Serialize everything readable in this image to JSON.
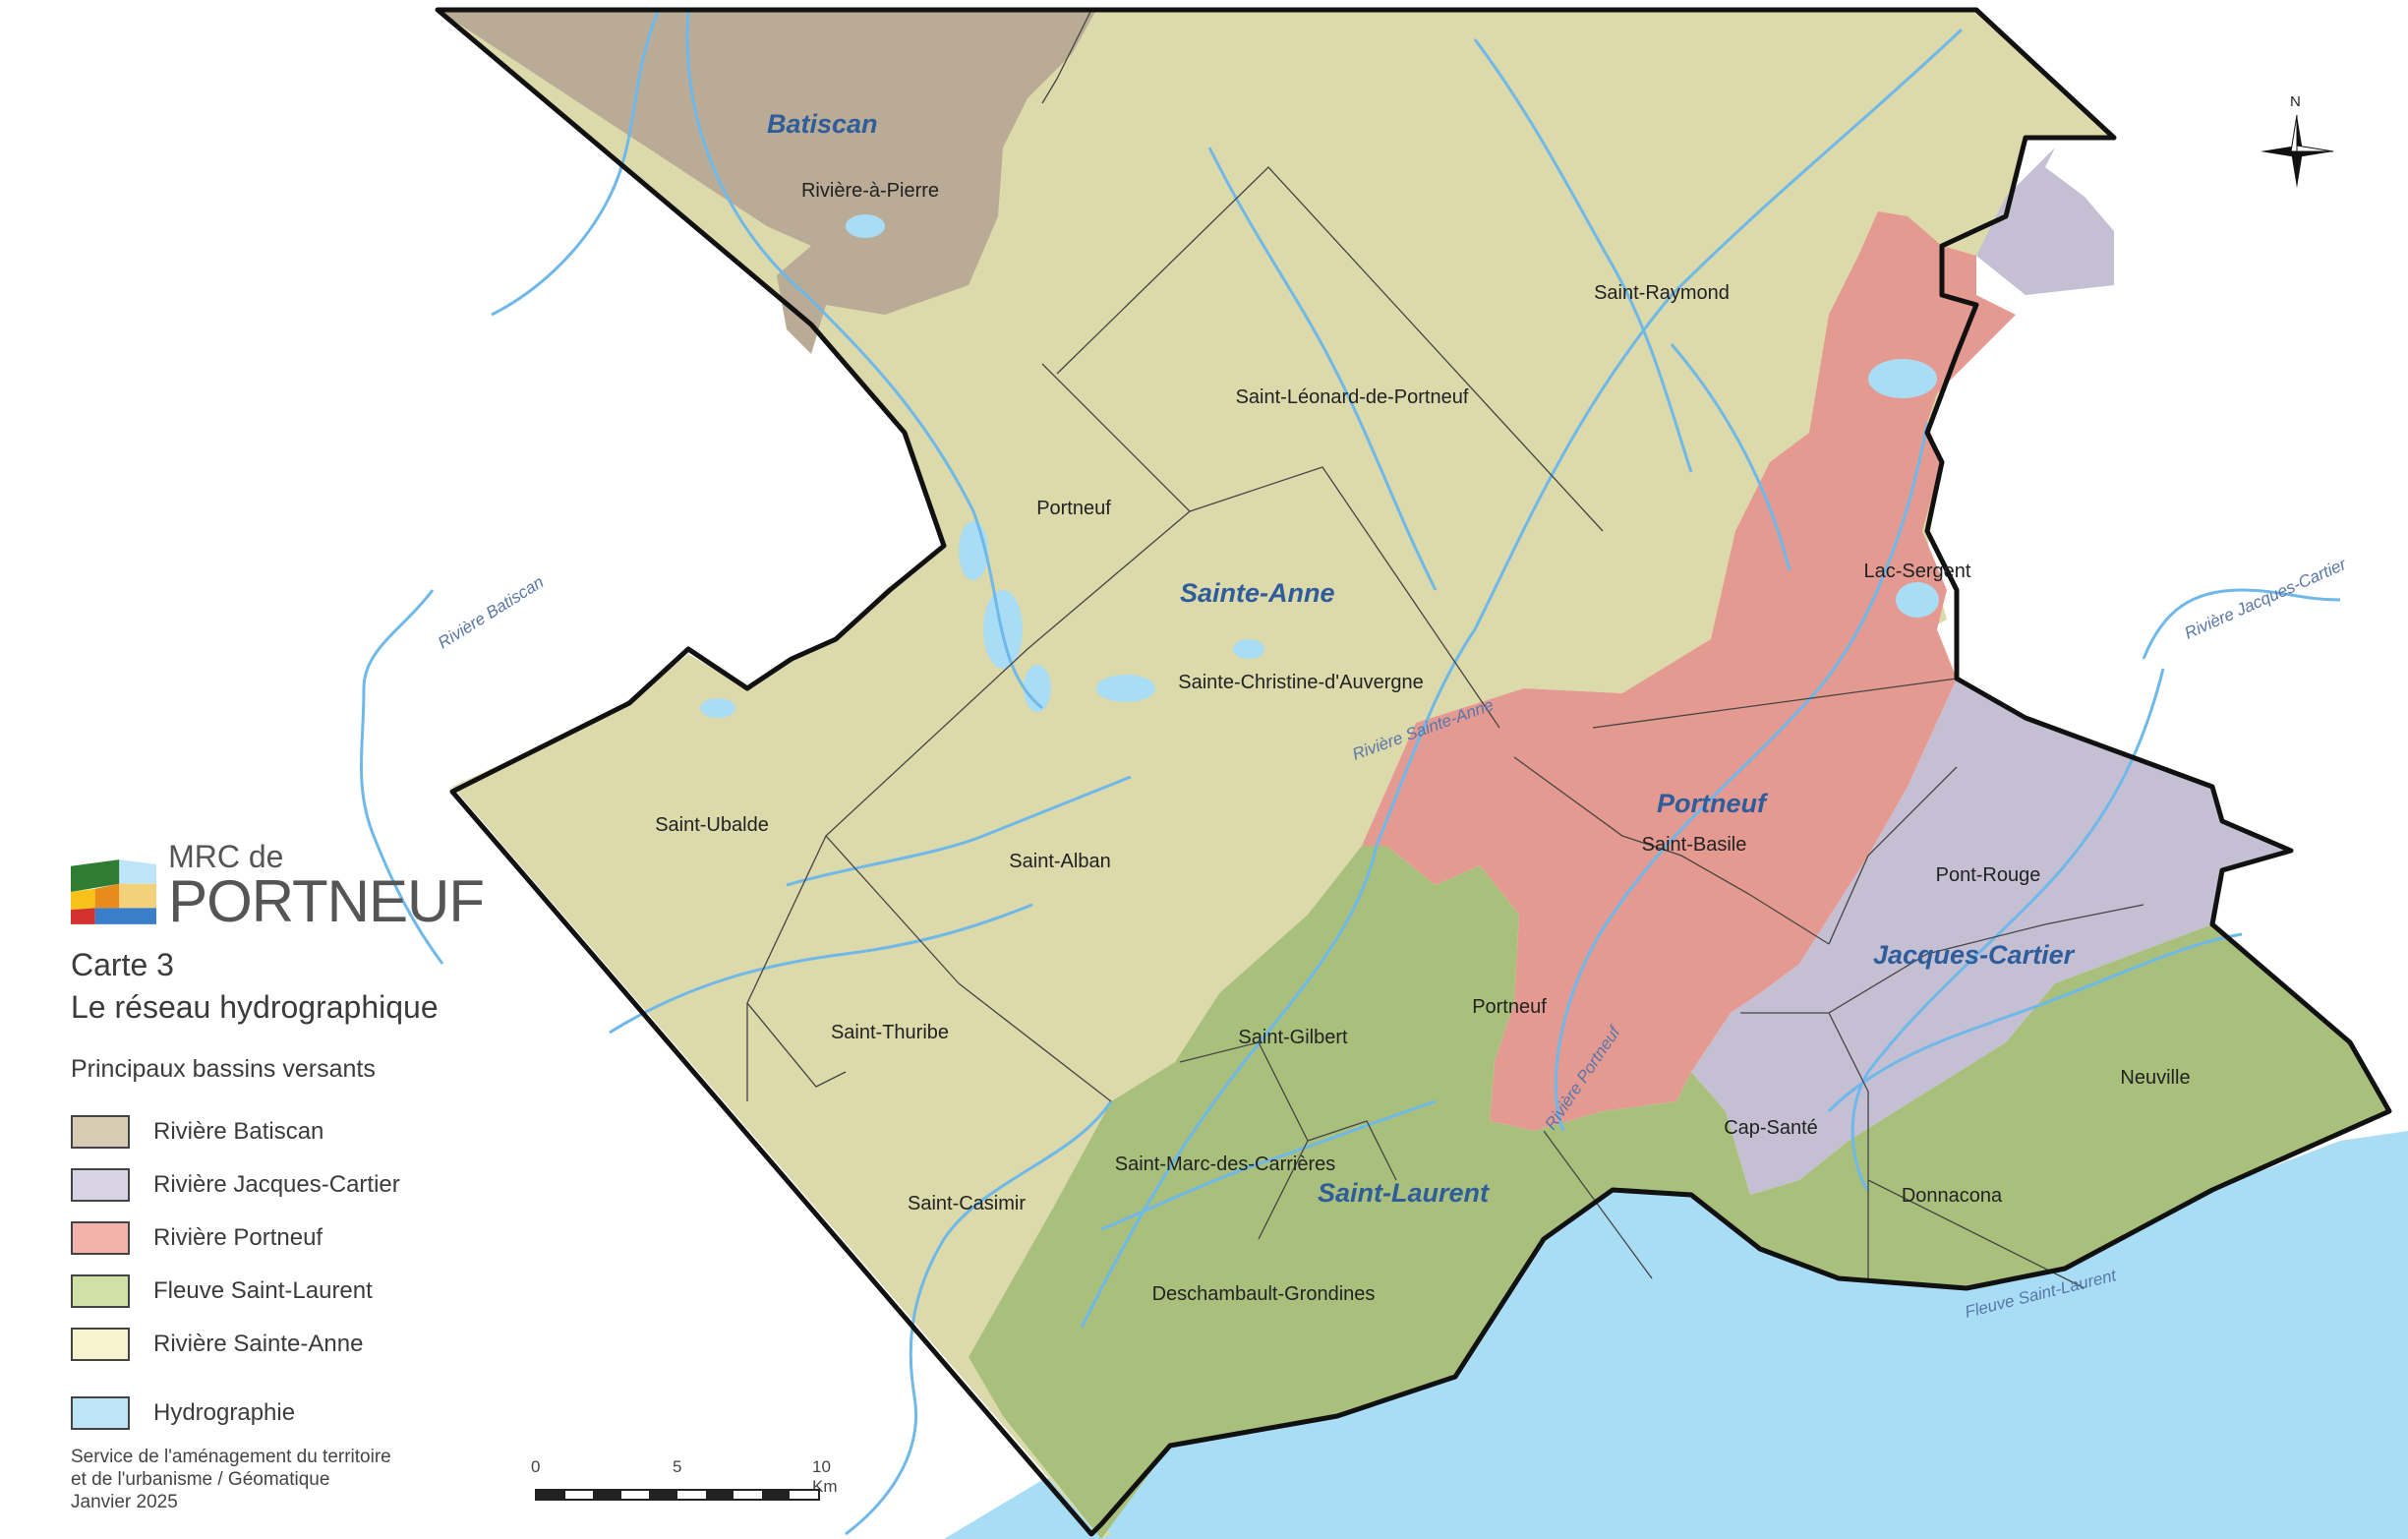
{
  "header": {
    "logo_small": "MRC de",
    "logo_big": "PORTNEUF",
    "map_number": "Carte 3",
    "map_title": "Le réseau hydrographique"
  },
  "legend": {
    "heading": "Principaux bassins versants",
    "items": [
      {
        "label": "Rivière Batiscan",
        "color": "#d8ccb5"
      },
      {
        "label": "Rivière Jacques-Cartier",
        "color": "#d9d3e6"
      },
      {
        "label": "Rivière Portneuf",
        "color": "#f3b3ac"
      },
      {
        "label": "Fleuve Saint-Laurent",
        "color": "#cfe1a6"
      },
      {
        "label": "Rivière Sainte-Anne",
        "color": "#f8f3cf"
      },
      {
        "label": "Hydrographie",
        "color": "#bde4f7"
      }
    ]
  },
  "credits": [
    "Service de l'aménagement du territoire",
    "et de l'urbanisme / Géomatique",
    "Janvier 2025"
  ],
  "scale": {
    "ticks": [
      "0",
      "5",
      "10 Km"
    ]
  },
  "north_label": "N",
  "colors": {
    "batiscan": "#b9ab95",
    "jacques_cartier": "#c5bfd3",
    "portneuf": "#e49a91",
    "saint_laurent": "#a9c07d",
    "sainte_anne": "#dcd9ab",
    "water": "#a9ddf5",
    "river": "#6fb8ea",
    "boundary": "#111111"
  },
  "basin_labels": [
    "Batiscan",
    "Sainte-Anne",
    "Portneuf",
    "Jacques-Cartier",
    "Saint-Laurent"
  ],
  "river_labels": [
    "Rivière Batiscan",
    "Rivière Sainte-Anne",
    "Rivière Jacques-Cartier",
    "Rivière Portneuf",
    "Fleuve Saint-Laurent"
  ],
  "municipalities": [
    "Rivière-à-Pierre",
    "Saint-Raymond",
    "Saint-Léonard-de-Portneuf",
    "Portneuf",
    "Lac-Sergent",
    "Sainte-Christine-d'Auvergne",
    "Saint-Ubalde",
    "Saint-Alban",
    "Saint-Basile",
    "Pont-Rouge",
    "Saint-Thuribe",
    "Saint-Gilbert",
    "Portneuf",
    "Cap-Santé",
    "Neuville",
    "Saint-Marc-des-Carrières",
    "Saint-Casimir",
    "Donnacona",
    "Deschambault-Grondines"
  ]
}
